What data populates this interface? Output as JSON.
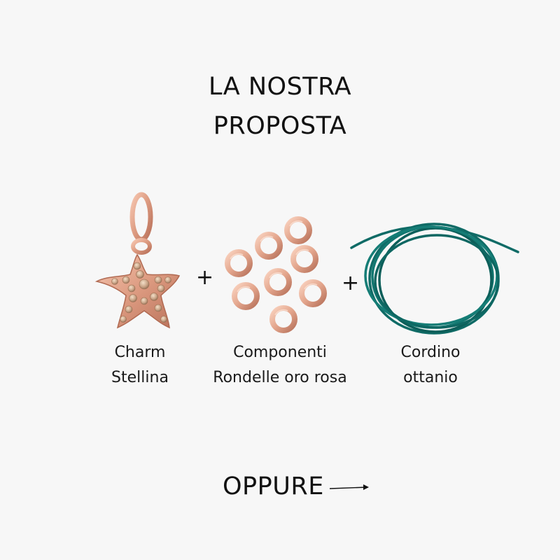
{
  "heading": {
    "line1": "LA NOSTRA",
    "line2": "PROPOSTA"
  },
  "items": [
    {
      "line1": "Charm",
      "line2": "Stellina",
      "image": "star-charm-icon"
    },
    {
      "line1": "Componenti",
      "line2": "Rondelle oro rosa",
      "image": "rondelle-rings-icon"
    },
    {
      "line1": "Cordino",
      "line2": "ottanio",
      "image": "cord-icon"
    }
  ],
  "plus_sign": "+",
  "cta": {
    "label": "OPPURE",
    "icon": "arrow-right-icon"
  },
  "colors": {
    "background": "#f7f7f7",
    "rose_gold": "#e3a58c",
    "teal_cord": "#0f6b66"
  }
}
